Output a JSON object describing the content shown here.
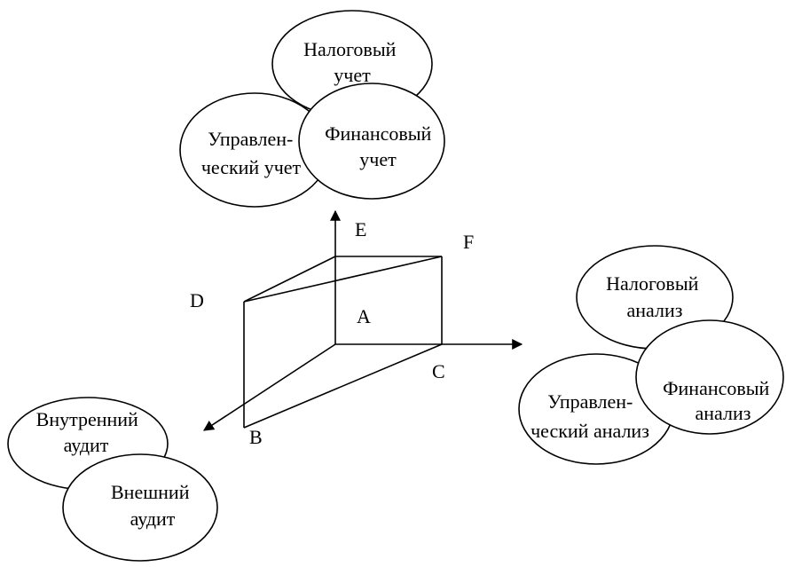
{
  "accounting": {
    "tax": [
      "Налоговый",
      "учет"
    ],
    "management": [
      "Управлен-",
      "ческий учет"
    ],
    "financial": [
      "Финансовый",
      "учет"
    ]
  },
  "analysis": {
    "tax": [
      "Налоговый",
      "анализ"
    ],
    "management": [
      "Управлен-",
      "ческий анализ"
    ],
    "financial": [
      "Финансовый",
      "анализ"
    ]
  },
  "audit": {
    "internal": [
      "Внутренний",
      "аудит"
    ],
    "external": [
      "Внешний",
      "аудит"
    ]
  },
  "points": {
    "A": "A",
    "B": "B",
    "C": "C",
    "D": "D",
    "E": "E",
    "F": "F"
  }
}
